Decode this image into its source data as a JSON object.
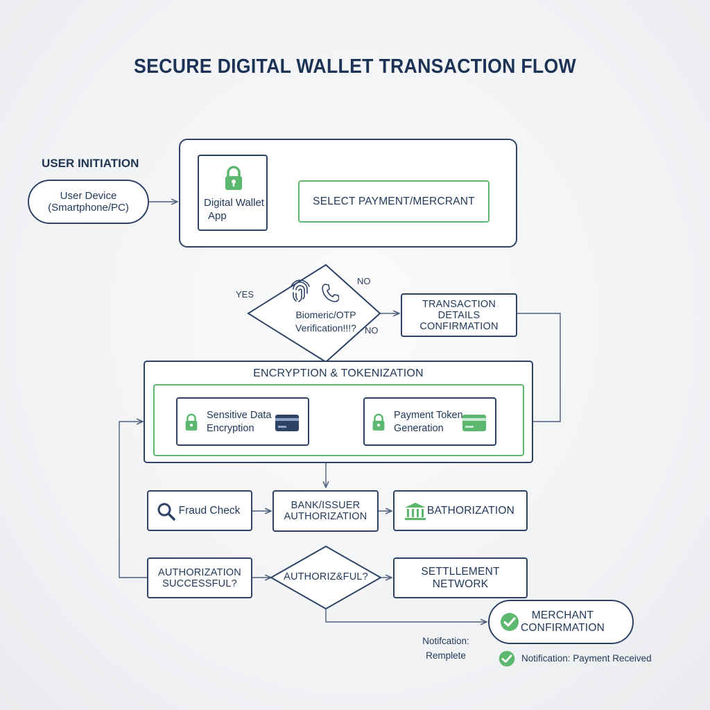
{
  "title": "SECURE DIGITAL WALLET TRANSACTION FLOW",
  "user_initiation": {
    "section_label": "USER INITIATION",
    "device_line1": "User Device",
    "device_line2": "(Smartphone/PC)",
    "wallet_line1": "Digital Wallet",
    "wallet_line2": "App",
    "select_payment": "SELECT PAYMENT/MERCRANT"
  },
  "verification": {
    "line1": "Biomeric/OTP",
    "line2": "Verification!!!?",
    "yes": "YES",
    "no_top": "NO",
    "no_bottom": "NO"
  },
  "transaction_details": {
    "line1": "TRANSACTION DETAILS",
    "line2": "CONFIRMATION"
  },
  "encryption": {
    "title": "ENCRYPTION & TOKENIZATION",
    "sensitive_line1": "Sensitive Data",
    "sensitive_line2": "Encryption",
    "token_line1": "Payment Token",
    "token_line2": "Generation"
  },
  "processing": {
    "fraud_check": "Fraud Check",
    "bank_line1": "BANK/ISSUER",
    "bank_line2": "AUTHORIZATION",
    "bathorization": "BATHORIZATION"
  },
  "authorization": {
    "success_line1": "AUTHORIZATION",
    "success_line2": "SUCCESSFUL?",
    "decision": "AUTHORIZ&FUL?",
    "settlement": "SETTLLEMENT NETWORK"
  },
  "completion": {
    "merchant_line1": "MERCHANT",
    "merchant_line2": "CONFIRMATION",
    "notification_line1": "Notifcation:",
    "notification_line2": "Remplete",
    "payment_received": "Notification: Payment Received"
  },
  "colors": {
    "navy": "#2d4266",
    "green": "#5cb86f",
    "text": "#22395a"
  },
  "icons": [
    "lock-icon",
    "fingerprint-icon",
    "phone-icon",
    "credit-card-icon",
    "search-icon",
    "bank-icon",
    "check-circle-icon"
  ]
}
